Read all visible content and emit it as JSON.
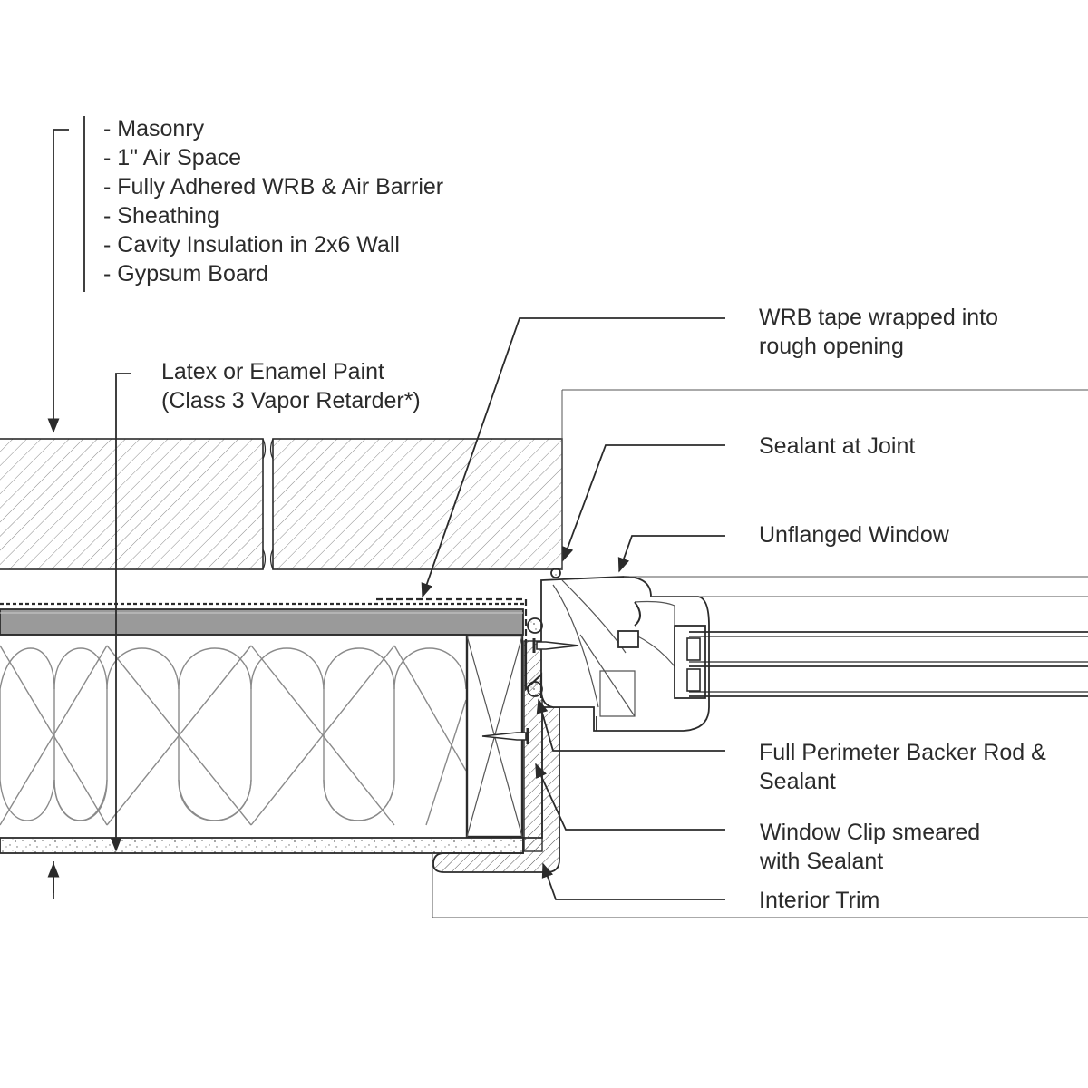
{
  "wall_assembly_label": {
    "lines": [
      "- Masonry",
      "- 1\" Air Space",
      "- Fully Adhered WRB & Air Barrier",
      "- Sheathing",
      "- Cavity Insulation in 2x6 Wall",
      "- Gypsum Board"
    ]
  },
  "paint_label": {
    "line1": "Latex or Enamel Paint",
    "line2": "(Class 3 Vapor Retarder*)"
  },
  "callouts": {
    "wrb_tape": {
      "line1": "WRB tape wrapped into",
      "line2": "rough opening"
    },
    "sealant_joint": {
      "line1": "Sealant at Joint"
    },
    "unflanged_window": {
      "line1": "Unflanged Window"
    },
    "backer_rod": {
      "line1": "Full Perimeter Backer Rod &",
      "line2": "Sealant"
    },
    "window_clip": {
      "line1": "Window Clip smeared",
      "line2": "with Sealant"
    },
    "interior_trim": {
      "line1": "Interior Trim"
    }
  },
  "colors": {
    "line": "#2b2b2b",
    "hatch": "#8a8a8a",
    "sheathing_fill": "#9a9a9a",
    "background": "#ffffff"
  }
}
